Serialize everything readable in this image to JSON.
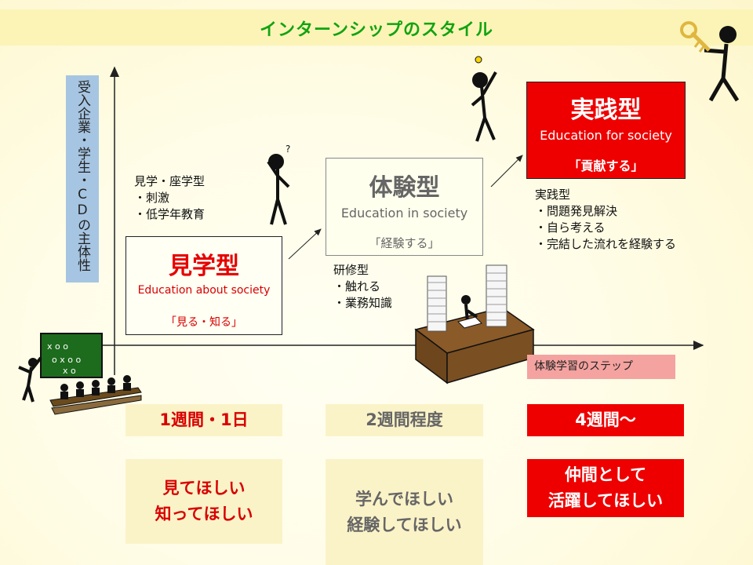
{
  "title": "インターンシップのスタイル",
  "vertical_axis_label": "受入企業・学生・CDの主体性",
  "horizontal_axis_label": "体験学習のステップ",
  "stages": [
    {
      "name": "見学型",
      "english": "Education about society",
      "motto": "「見る・知る」",
      "notes": [
        "見学・座学型",
        "・刺激",
        "・低学年教育"
      ],
      "duration": "1週間・1日",
      "hope": [
        "見てほしい",
        "知ってほしい"
      ]
    },
    {
      "name": "体験型",
      "english": "Education in society",
      "motto": "「経験する」",
      "notes": [
        "研修型",
        "・触れる",
        "・業務知識"
      ],
      "duration": "2週間程度",
      "hope": [
        "学んでほしい",
        "経験してほしい"
      ]
    },
    {
      "name": "実践型",
      "english": "Education for society",
      "motto": "「貢献する」",
      "notes": [
        "実践型",
        "・問題発見解決",
        "・自ら考える",
        "・完結した流れを経験する"
      ],
      "duration": "4週間～",
      "hope": [
        "仲間として",
        "活躍してほしい"
      ]
    }
  ],
  "colors": {
    "title_text": "#12a312",
    "title_band": "#fbf4b6",
    "axis_label_bg": "#a6c5e2",
    "step_label_bg": "#f4a3a0",
    "accent_red": "#ee0000",
    "muted_gray": "#666666"
  },
  "illustrations": [
    "teacher-classroom-icon",
    "thinking-person-icon",
    "idea-person-icon",
    "person-with-key-icon",
    "desk-with-paper-stacks-icon"
  ]
}
